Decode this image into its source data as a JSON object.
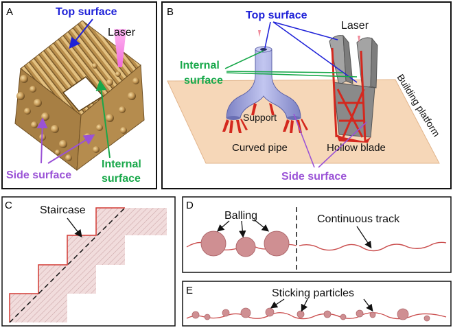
{
  "panels": {
    "a": {
      "letter": "A",
      "top_surface": "Top surface",
      "laser": "Laser",
      "internal_surface_line1": "Internal",
      "internal_surface_line2": "surface",
      "side_surface": "Side surface"
    },
    "b": {
      "letter": "B",
      "top_surface": "Top surface",
      "laser": "Laser",
      "internal_surface_line1": "Internal",
      "internal_surface_line2": "surface",
      "support": "Support",
      "curved_pipe": "Curved pipe",
      "hollow_blade": "Hollow blade",
      "building_platform": "Building platform",
      "side_surface": "Side surface"
    },
    "c": {
      "letter": "C",
      "staircase": "Staircase"
    },
    "d": {
      "letter": "D",
      "balling": "Balling",
      "continuous_track": "Continuous track"
    },
    "e": {
      "letter": "E",
      "sticking_particles": "Sticking particles"
    }
  },
  "colors": {
    "top_surface": "#1f22d8",
    "internal_surface": "#18a84a",
    "side_surface": "#9a52d6",
    "track": "#c94a4a",
    "ball": "#cf8f92",
    "hatch_fill": "#f1dcdc",
    "lattice": "#b48a48",
    "platform": "#f6d7b8",
    "pipe": "#9ea3da",
    "blade": "#9a9a9a"
  }
}
